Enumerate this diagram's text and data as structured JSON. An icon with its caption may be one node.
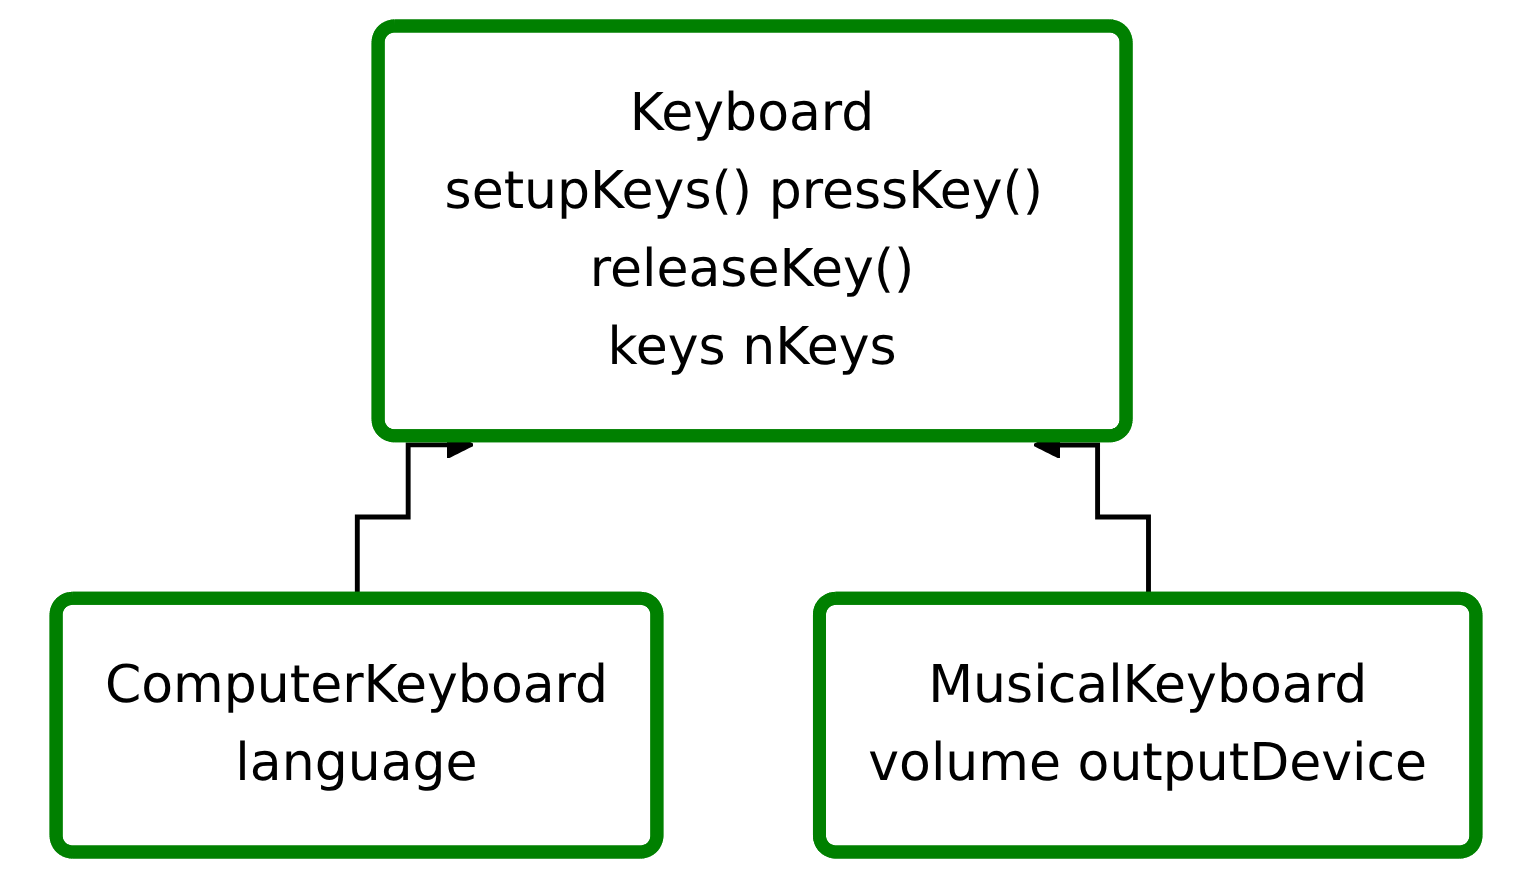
{
  "diagram": {
    "nodes": [
      {
        "text": [
          "Keyboard",
          "setupKeys() pressKey() releaseKey()",
          "keys nKeys"
        ]
      },
      {
        "text": [
          "ComputerKeyboard",
          "language"
        ]
      },
      {
        "text": [
          "MusicalKeyboard",
          "volume outputDevice"
        ]
      }
    ],
    "edges": [
      {
        "from": 1,
        "to": 0,
        "arrow": "to"
      },
      {
        "from": 2,
        "to": 0,
        "arrow": "to"
      }
    ]
  }
}
